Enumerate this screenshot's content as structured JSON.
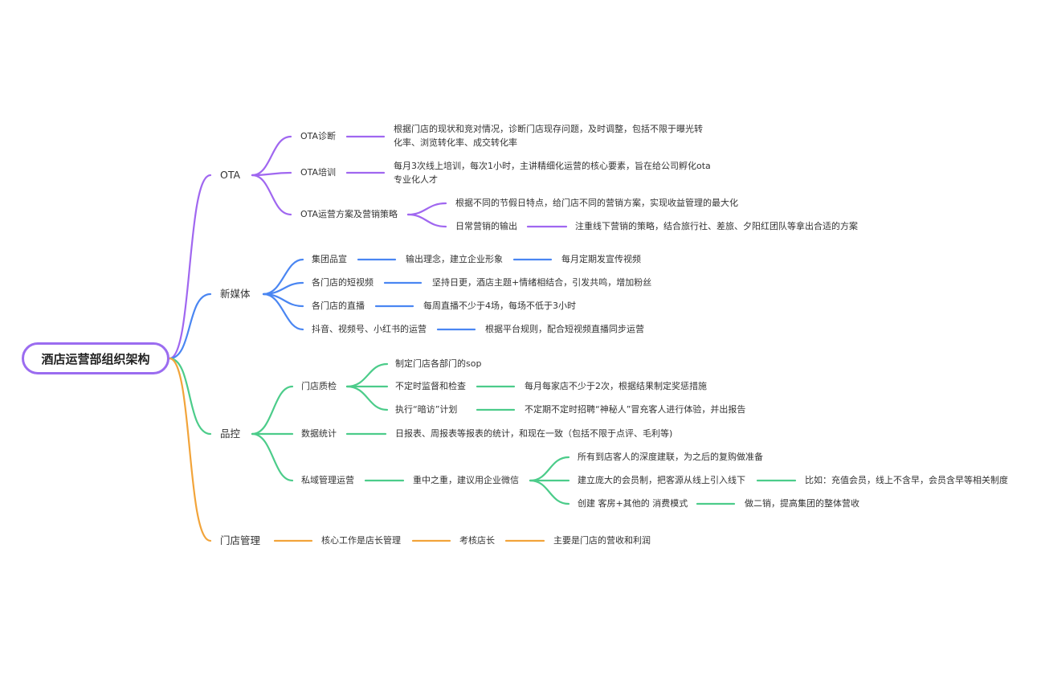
{
  "root": "酒店运营部组织架构",
  "colors": {
    "ota": "#a067f0",
    "newmedia": "#4a86f2",
    "quality": "#4ccc8a",
    "store": "#f2a43a"
  },
  "ota": {
    "label": "OTA",
    "diagnose": {
      "label": "OTA诊断",
      "desc1": "根据门店的现状和竞对情况，诊断门店现存问题，及时调整，包括不限于曝光转",
      "desc2": "化率、浏览转化率、成交转化率"
    },
    "training": {
      "label": "OTA培训",
      "desc1": "每月3次线上培训，每次1小时，主讲精细化运营的核心要素，旨在给公司孵化ota",
      "desc2": "专业化人才"
    },
    "plan": {
      "label": "OTA运营方案及营销策略",
      "holiday": "根据不同的节假日特点，给门店不同的营销方案，实现收益管理的最大化",
      "daily": "日常营销的输出",
      "daily_desc": "注重线下营销的策略，结合旅行社、差旅、夕阳红团队等拿出合适的方案"
    }
  },
  "newmedia": {
    "label": "新媒体",
    "brand": {
      "label": "集团品宣",
      "c1": "输出理念，建立企业形象",
      "c2": "每月定期发宣传视频"
    },
    "short_video": {
      "label": "各门店的短视频",
      "c1": "坚持日更，酒店主题+情绪相结合，引发共鸣，增加粉丝"
    },
    "live": {
      "label": "各门店的直播",
      "c1": "每周直播不少于4场，每场不低于3小时"
    },
    "platforms": {
      "label": "抖音、视频号、小红书的运营",
      "c1": "根据平台规则，配合短视频直播同步运营"
    }
  },
  "quality": {
    "label": "品控",
    "inspection": {
      "label": "门店质检",
      "sop": "制定门店各部门的sop",
      "supervise": "不定时监督和检查",
      "supervise_desc": "每月每家店不少于2次，根据结果制定奖惩措施",
      "mystery": "执行“暗访”计划",
      "mystery_desc": "不定期不定时招聘“神秘人”冒充客人进行体验，并出报告"
    },
    "stats": {
      "label": "数据统计",
      "desc": "日报表、周报表等报表的统计，和现在一致（包括不限于点评、毛利等)"
    },
    "private": {
      "label": "私域管理运营",
      "core": "重中之重，建议用企业微信",
      "link": "所有到店客人的深度建联，为之后的复购做准备",
      "member": "建立庞大的会员制，把客源从线上引入线下",
      "member_desc": "比如：充值会员，线上不含早，会员含早等相关制度",
      "mode": "创建 客房+其他的 消费模式",
      "mode_desc": "做二销，提高集团的整体营收"
    }
  },
  "store": {
    "label": "门店管理",
    "c1": "核心工作是店长管理",
    "c2": "考核店长",
    "c3": "主要是门店的营收和利润"
  }
}
